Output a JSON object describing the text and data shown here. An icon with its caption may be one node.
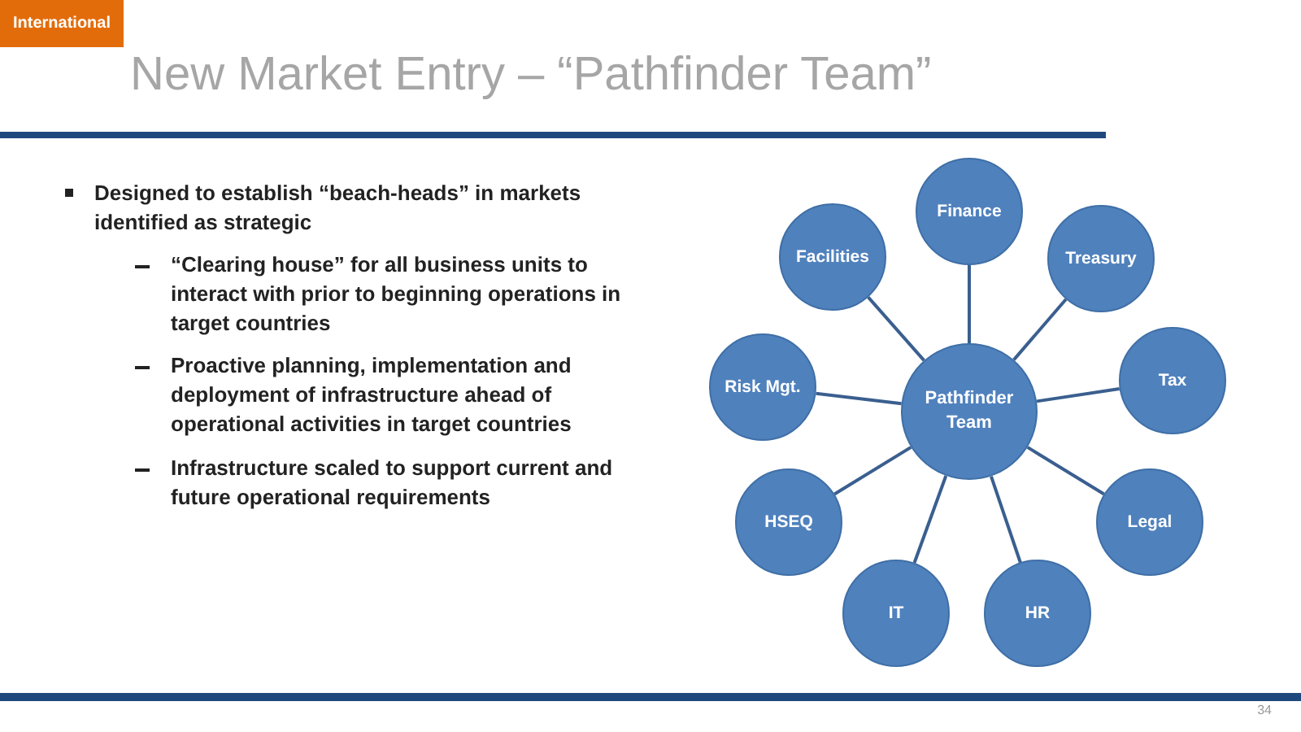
{
  "diagram": {
    "title": "New Market Entry – “Pathfinder Team”",
    "nodes": [
      {
        "text": [
          "Pathfinder Team"
        ]
      },
      {
        "text": [
          "Finance"
        ]
      },
      {
        "text": [
          "Treasury"
        ]
      },
      {
        "text": [
          "Tax"
        ]
      },
      {
        "text": [
          "Legal"
        ]
      },
      {
        "text": [
          "HR"
        ]
      },
      {
        "text": [
          "IT"
        ]
      },
      {
        "text": [
          "HSEQ"
        ]
      },
      {
        "text": [
          "Risk Mgt."
        ]
      },
      {
        "text": [
          "Facilities"
        ]
      }
    ],
    "edges": [
      {
        "from": 0,
        "to": 1,
        "arrow": "none"
      },
      {
        "from": 0,
        "to": 2,
        "arrow": "none"
      },
      {
        "from": 0,
        "to": 3,
        "arrow": "none"
      },
      {
        "from": 0,
        "to": 4,
        "arrow": "none"
      },
      {
        "from": 0,
        "to": 5,
        "arrow": "none"
      },
      {
        "from": 0,
        "to": 6,
        "arrow": "none"
      },
      {
        "from": 0,
        "to": 7,
        "arrow": "none"
      },
      {
        "from": 0,
        "to": 8,
        "arrow": "none"
      },
      {
        "from": 0,
        "to": 9,
        "arrow": "none"
      }
    ],
    "labels": [
      "International",
      "Designed to establish “beach-heads” in markets identified as strategic",
      "“Clearing house” for all business units to interact with prior to beginning operations in target countries",
      "Proactive planning, implementation and deployment of infrastructure ahead of operational activities in target countries",
      "Infrastructure scaled to support current and future operational requirements",
      "34"
    ]
  }
}
